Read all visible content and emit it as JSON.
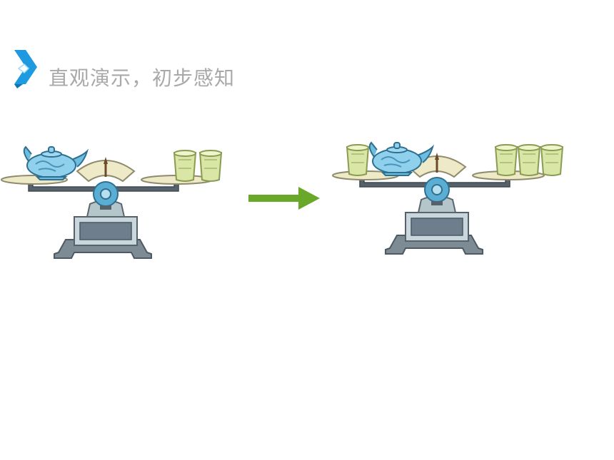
{
  "slide": {
    "title": "直观演示，初步感知"
  },
  "colors": {
    "accent": "#1e9be0",
    "arrow": "#6aa82a",
    "title_text": "#a9a9a9"
  },
  "icons": {
    "bullet": "chevron-bullet-icon",
    "arrow": "right-arrow-icon"
  },
  "scales": [
    {
      "left_pan": [
        "teapot"
      ],
      "right_pan": [
        "cup",
        "cup"
      ]
    },
    {
      "left_pan": [
        "cup",
        "teapot"
      ],
      "right_pan": [
        "cup",
        "cup",
        "cup"
      ]
    }
  ]
}
